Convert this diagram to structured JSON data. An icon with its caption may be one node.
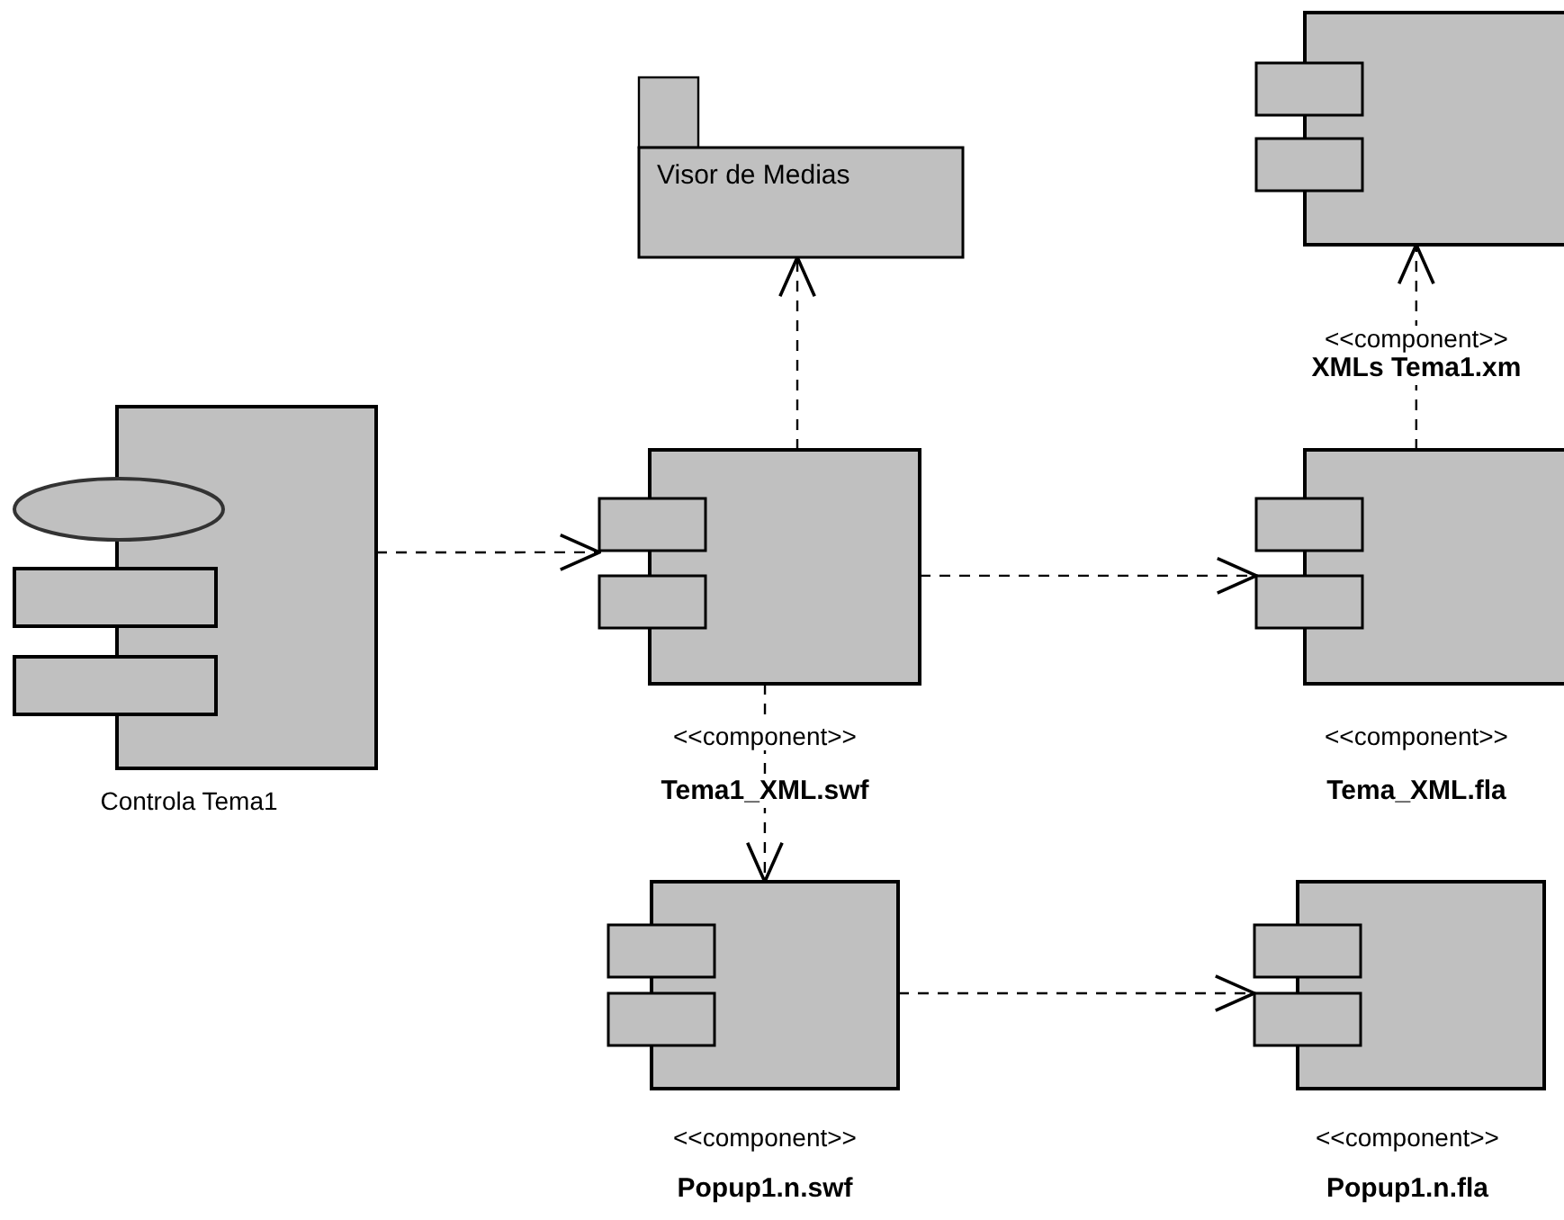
{
  "diagram": {
    "nodes": [
      {
        "text": [
          "Controla Tema1"
        ]
      },
      {
        "text": [
          "Visor de Medias"
        ]
      },
      {
        "text": [
          "<<component>>",
          "XMLs Tema1.xm"
        ]
      },
      {
        "text": [
          "<<component>>",
          "Tema1_XML.swf"
        ]
      },
      {
        "text": [
          "<<component>>",
          "Tema_XML.fla"
        ]
      },
      {
        "text": [
          "<<component>>",
          "Popup1.n.swf"
        ]
      },
      {
        "text": [
          "<<component>>",
          "Popup1.n.fla"
        ]
      }
    ],
    "edges": [
      {
        "from": 0,
        "to": 3,
        "arrow": "to",
        "style": "dashed"
      },
      {
        "from": 3,
        "to": 1,
        "arrow": "to",
        "style": "dashed"
      },
      {
        "from": 3,
        "to": 4,
        "arrow": "to",
        "style": "dashed"
      },
      {
        "from": 4,
        "to": 2,
        "arrow": "to",
        "style": "dashed"
      },
      {
        "from": 3,
        "to": 5,
        "arrow": "to",
        "style": "dashed"
      },
      {
        "from": 5,
        "to": 6,
        "arrow": "to",
        "style": "dashed"
      }
    ]
  }
}
